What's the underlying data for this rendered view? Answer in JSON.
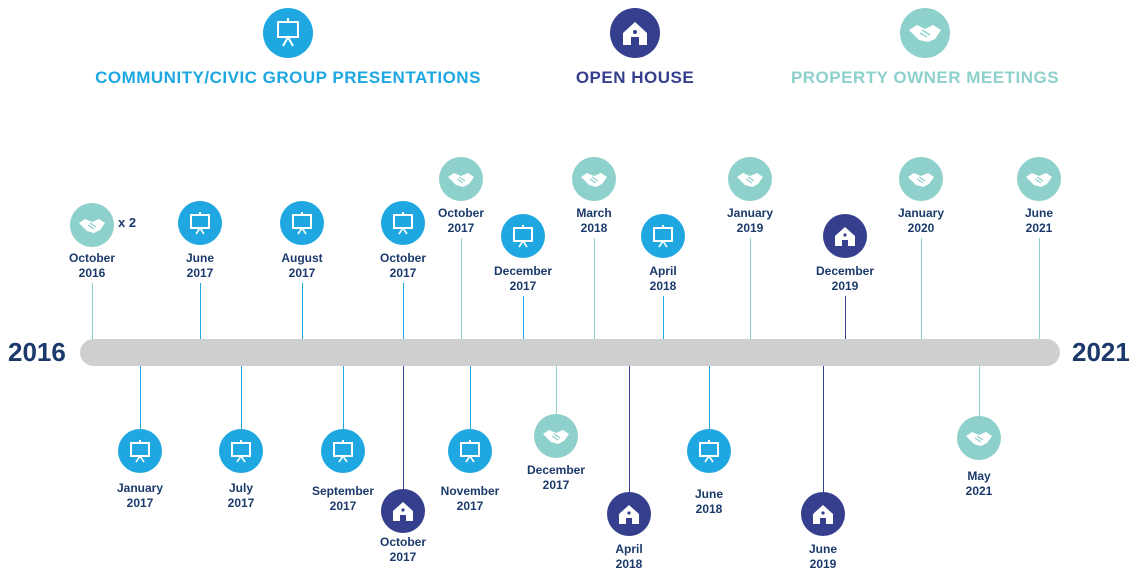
{
  "legend": {
    "presentations": {
      "label": "COMMUNITY/CIVIC GROUP PRESENTATIONS",
      "icon": "presentation-board-icon",
      "color": "#1ea7e1"
    },
    "open_house": {
      "label": "OPEN HOUSE",
      "icon": "house-icon",
      "color": "#353f8e"
    },
    "meetings": {
      "label": "PROPERTY OWNER MEETINGS",
      "icon": "handshake-icon",
      "color": "#8ed0cc"
    }
  },
  "timeline": {
    "start_label": "2016",
    "end_label": "2021"
  },
  "events": [
    {
      "type": "meetings",
      "month": "October",
      "year": "2016",
      "multiplier": "x 2"
    },
    {
      "type": "presentations",
      "month": "January",
      "year": "2017"
    },
    {
      "type": "presentations",
      "month": "June",
      "year": "2017"
    },
    {
      "type": "presentations",
      "month": "July",
      "year": "2017"
    },
    {
      "type": "presentations",
      "month": "August",
      "year": "2017"
    },
    {
      "type": "presentations",
      "month": "September",
      "year": "2017"
    },
    {
      "type": "presentations",
      "month": "October",
      "year": "2017"
    },
    {
      "type": "open_house",
      "month": "October",
      "year": "2017"
    },
    {
      "type": "meetings",
      "month": "October",
      "year": "2017"
    },
    {
      "type": "presentations",
      "month": "November",
      "year": "2017"
    },
    {
      "type": "presentations",
      "month": "December",
      "year": "2017"
    },
    {
      "type": "meetings",
      "month": "December",
      "year": "2017"
    },
    {
      "type": "meetings",
      "month": "March",
      "year": "2018"
    },
    {
      "type": "open_house",
      "month": "April",
      "year": "2018"
    },
    {
      "type": "presentations",
      "month": "April",
      "year": "2018"
    },
    {
      "type": "presentations",
      "month": "June",
      "year": "2018"
    },
    {
      "type": "meetings",
      "month": "January",
      "year": "2019"
    },
    {
      "type": "open_house",
      "month": "June",
      "year": "2019"
    },
    {
      "type": "open_house",
      "month": "December",
      "year": "2019"
    },
    {
      "type": "meetings",
      "month": "January",
      "year": "2020"
    },
    {
      "type": "meetings",
      "month": "May",
      "year": "2021"
    },
    {
      "type": "meetings",
      "month": "June",
      "year": "2021"
    }
  ]
}
